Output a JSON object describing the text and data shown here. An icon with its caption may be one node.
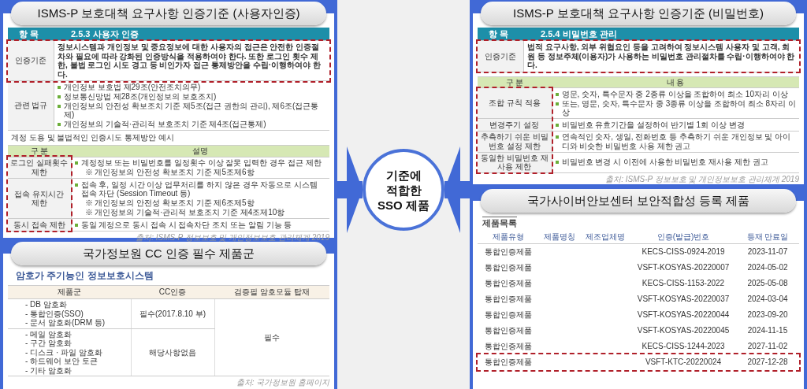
{
  "diagram": {
    "nodes": [
      {
        "text": [
          "ISMS-P 보호대책 요구사항 인증기준 (사용자인증)"
        ]
      },
      {
        "text": [
          "ISMS-P 보호대책 요구사항 인증기준 (비밀번호)"
        ]
      },
      {
        "text": [
          "기준에 적합한 SSO 제품"
        ]
      },
      {
        "text": [
          "국가정보원 CC 인증 필수 제품군"
        ]
      },
      {
        "text": [
          "국가사이버안보센터 보안적합성 등록 제품"
        ]
      }
    ],
    "edges": [
      {
        "from": 0,
        "to": 2,
        "arrow": "to"
      },
      {
        "from": 4,
        "to": 2,
        "arrow": "to"
      }
    ],
    "labels": [
      "항 목",
      "2.5.3 사용자 인증",
      "인증기준",
      "정보시스템과 개인정보 및 중요정보에 대한 사용자의 접근은 안전한 인증절차와 필요에 따라 강화된 인증방식을 적용하여야 한다. 또한 로그인 횟수 제한, 불법 로그인 시도 경고 등 비인가자 접근 통제방안을 수립·이행하여야 한다.",
      "관련 법규",
      "개인정보 보호법 제29조(안전조치의무)",
      "정보통신망법 제28조(개인정보의 보호조치)",
      "개인정보의 안전성 확보조치 기준 제5조(접근 권한의 관리), 제6조(접근통제)",
      "개인정보의 기술적·관리적 보호조치 기준 제4조(접근통제)",
      "계정 도용 및 불법적인 인증시도 통제방안 예시",
      "구 분",
      "설명",
      "로그인 실패횟수 제한",
      "계정정보 또는 비밀번호를 일정횟수 이상 잘못 입력한 경우 접근 제한",
      "※ 개인정보의 안전성 확보조치 기준 제5조제6항",
      "접속 유지시간 제한",
      "접속 후, 일정 시간 이상 업무처리를 하지 않은 경우 자동으로 시스템 접속 차단 (Session Timeout 등)",
      "※ 개인정보의 안전성 확보조치 기준 제6조제5항",
      "※ 개인정보의 기술적·관리적 보호조치 기준 제4조제10항",
      "동시 접속 제한",
      "동일 계정으로 동시 접속 시 접속차단 조치 또는 알림 기능 등",
      "출처: ISMS-P 정보보호 및 개인정보보호 관리체계 2019",
      "항 목",
      "2.5.4 비밀번호 관리",
      "인증기준",
      "법적 요구사항, 외부 위협요인 등을 고려하여 정보시스템 사용자 및 고객, 회원 등 정보주체(이용자)가 사용하는 비밀번호 관리절차를 수립·이행하여야 한다.",
      "구 분",
      "내 용",
      "조합 규칙 적용",
      "영문, 숫자, 특수문자 중 2종류 이상을 조합하여 최소 10자리 이상",
      "또는, 영문, 숫자, 특수문자 중 3종류 이상을 조합하여 최소 8자리 이상",
      "변경주기 설정",
      "비밀번호 유효기간을 설정하여 반기별 1회 이상 변경",
      "추측하기 쉬운 비밀번호 설정 제한",
      "연속적인 숫자, 생일, 전화번호 등 추측하기 쉬운 개인정보 및 아이디와 비슷한 비밀번호 사용 제한 권고",
      "동일한 비밀번호 재사용 제한",
      "비밀번호 변경 시 이전에 사용한 비밀번호 재사용 제한 권고",
      "출처: ISMS-P 정보보호 및 개인정보보호 관리체계 2019",
      "암호가 주기능인 정보보호시스템",
      "제품군",
      "CC인증",
      "검증필 암호모듈 탑재",
      "- DB 암호화",
      "- 통합인증(SSO)",
      "- 문서 암호화(DRM 등)",
      "필수(2017.8.10 부)",
      "필수",
      "- 메일 암호화",
      "- 구간 암호화",
      "- 디스크 · 파일 암호화",
      "- 하드웨어 보안 토큰",
      "- 기타 암호화",
      "해당사항없음",
      "출처: 국가정보원 홈페이지",
      "제품목록",
      "제품유형",
      "제품명칭",
      "제조업체명",
      "인증(발급)번호",
      "등재 만료일",
      "통합인증제품",
      "KECS-CISS-0924-2019",
      "2023-11-07",
      "통합인증제품",
      "VSFT-KOSYAS-20220007",
      "2024-05-02",
      "통합인증제품",
      "KECS-CISS-1153-2022",
      "2025-05-08",
      "통합인증제품",
      "VSFT-KOSYAS-20220037",
      "2024-03-04",
      "통합인증제품",
      "VSFT-KOSYAS-20220044",
      "2023-09-20",
      "통합인증제품",
      "VSFT-KOSYAS-20220045",
      "2024-11-15",
      "통합인증제품",
      "KECS-CISS-1244-2023",
      "2027-11-02",
      "통합인증제품",
      "VSFT-KTC-20220024",
      "2027-12-28"
    ]
  }
}
